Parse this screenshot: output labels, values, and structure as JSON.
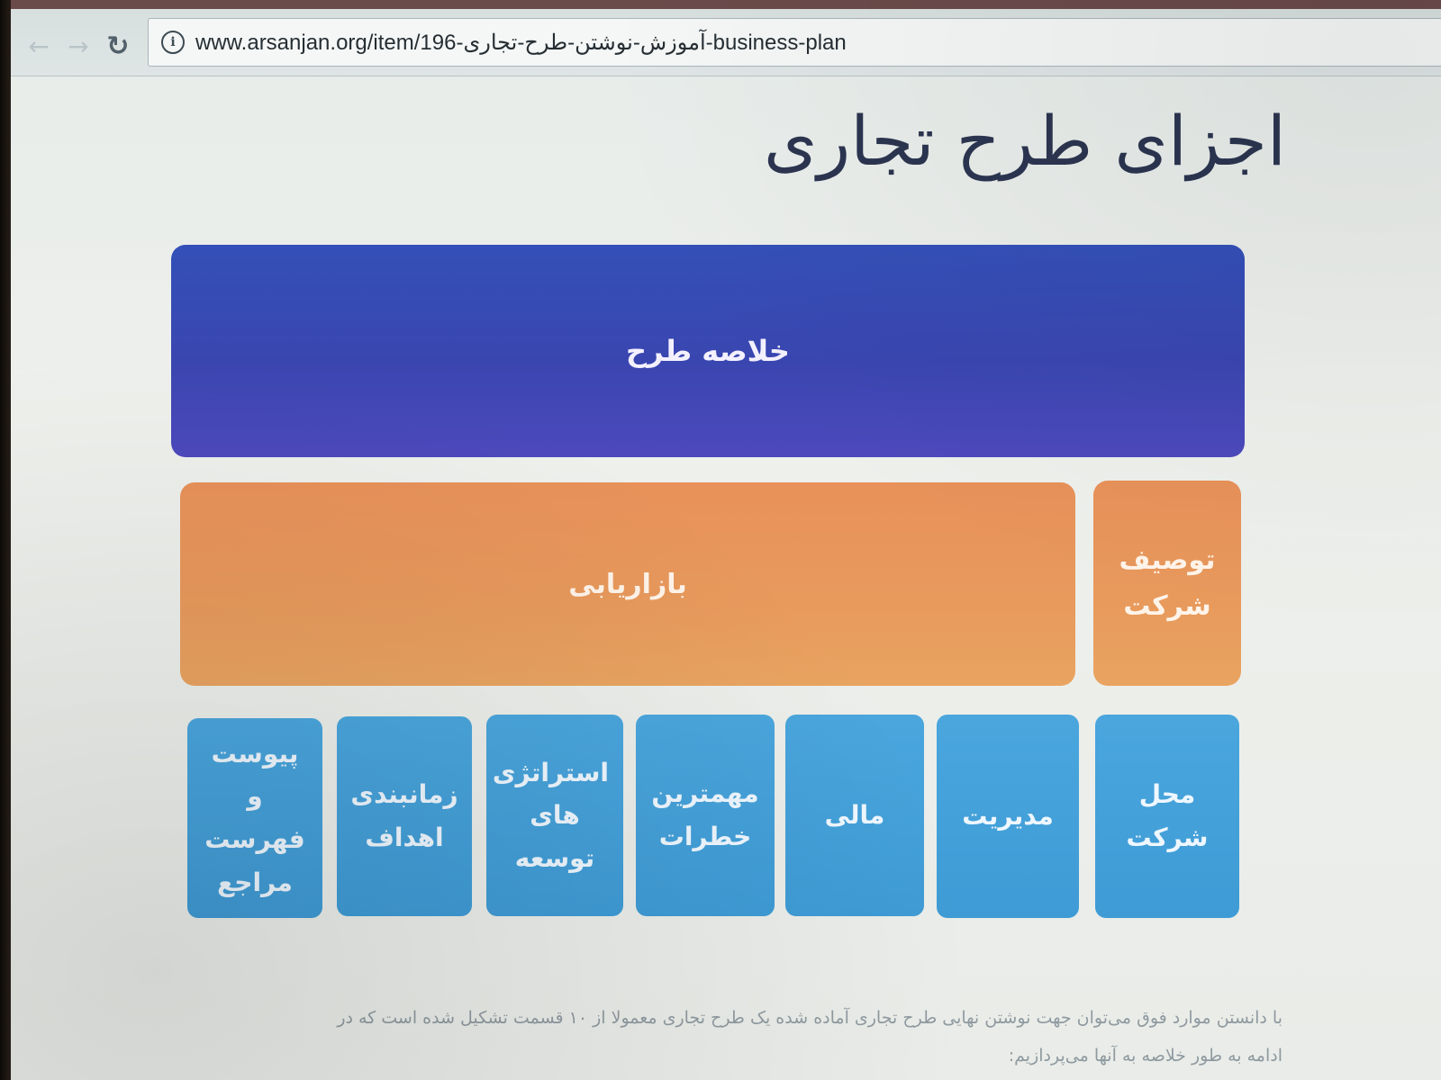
{
  "browser": {
    "url": "www.arsanjan.org/item/196-آموزش-نوشتن-طرح-تجاری-business-plan",
    "back_icon": "arrow-left-icon",
    "forward_icon": "arrow-right-icon",
    "reload_icon": "reload-icon",
    "info_icon": "info-icon"
  },
  "page": {
    "title": "اجزای طرح تجاری"
  },
  "diagram": {
    "summary": "خلاصه طرح",
    "marketing": "بازاریابی",
    "company_description": "توصیف شرکت",
    "components": [
      "محل شرکت",
      "مدیریت",
      "مالی",
      "مهمترین خطرات",
      "استراتژی های توسعه",
      "زمانبندی اهداف",
      "پیوست و فهرست مراجع"
    ],
    "colors": {
      "summary": "#3a46b0",
      "orange": "#e8975b",
      "blue": "#43a0d8",
      "title": "#2c3550"
    }
  },
  "footer": {
    "line1": "با دانستن موارد فوق می‌توان جهت نوشتن نهایی طرح تجاری آماده شده یک طرح تجاری معمولا از ۱۰ قسمت تشکیل شده است که در",
    "line2": "ادامه به طور خلاصه به آنها می‌پردازیم:"
  }
}
